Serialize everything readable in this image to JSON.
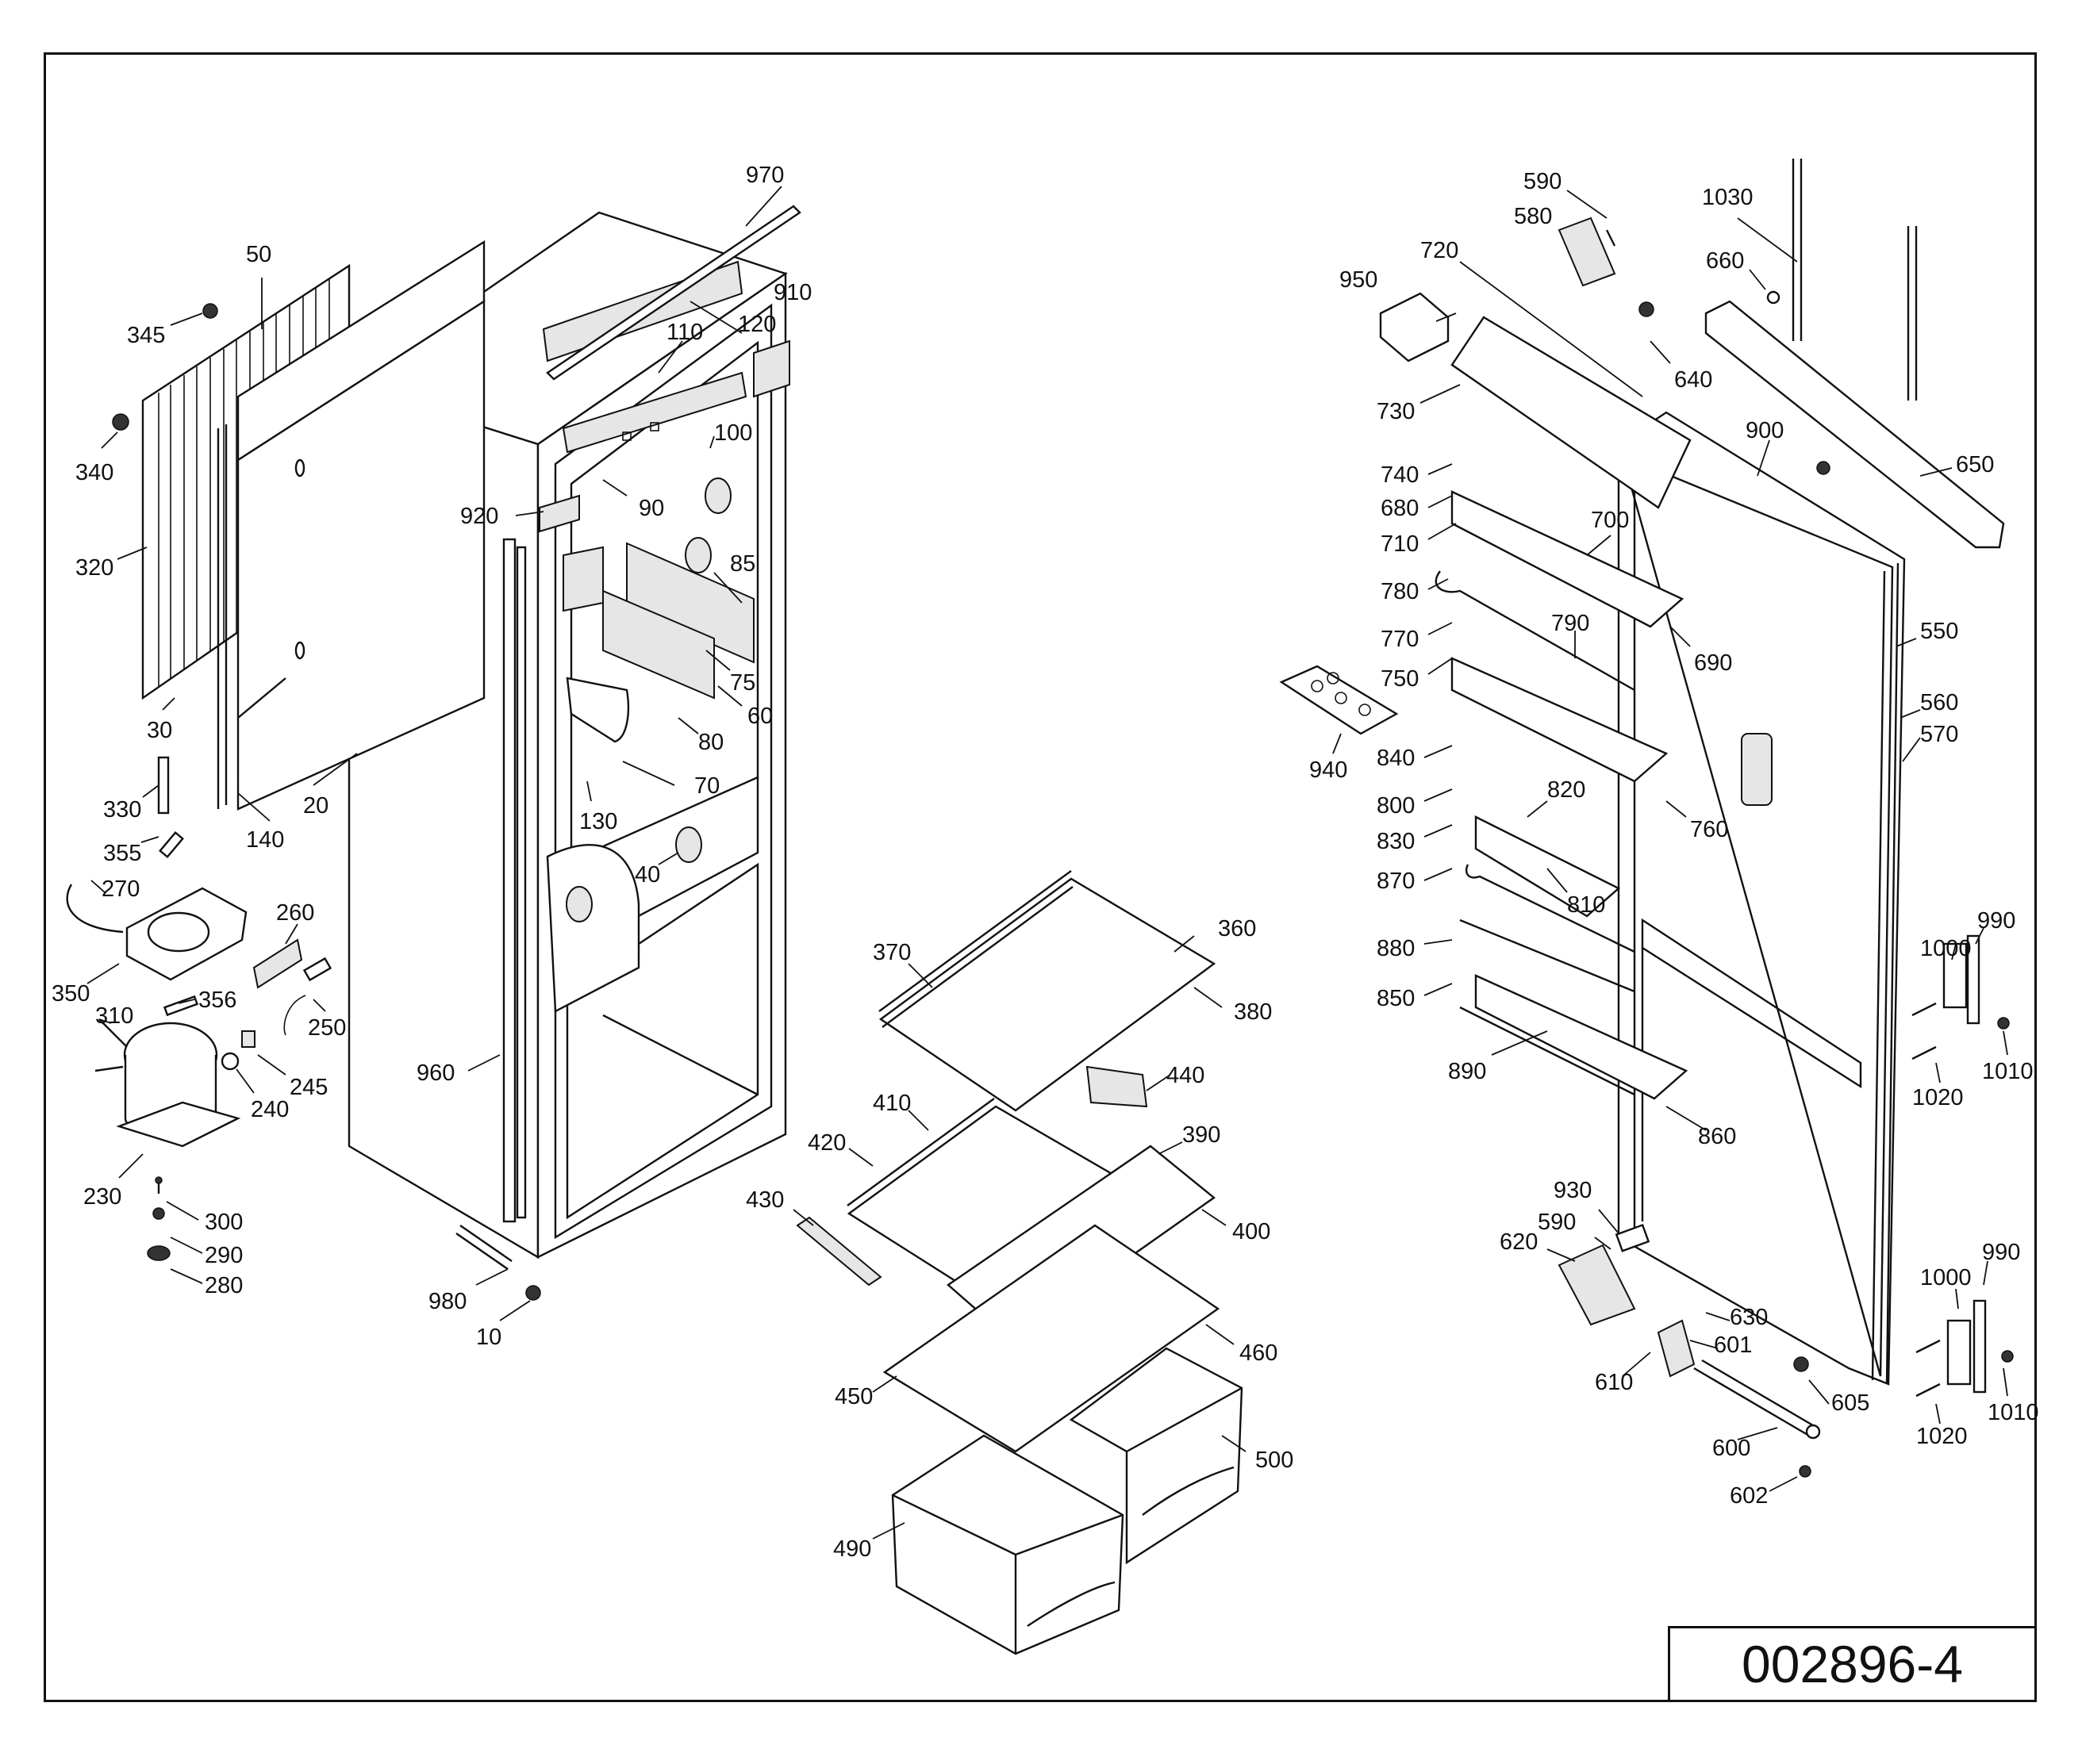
{
  "drawing_number": "002896-4",
  "callouts": [
    {
      "id": "970",
      "text": "970"
    },
    {
      "id": "910",
      "text": "910"
    },
    {
      "id": "120",
      "text": "120"
    },
    {
      "id": "110",
      "text": "110"
    },
    {
      "id": "100",
      "text": "100"
    },
    {
      "id": "90",
      "text": "90"
    },
    {
      "id": "920",
      "text": "920"
    },
    {
      "id": "85",
      "text": "85"
    },
    {
      "id": "75",
      "text": "75"
    },
    {
      "id": "60",
      "text": "60"
    },
    {
      "id": "80",
      "text": "80"
    },
    {
      "id": "70",
      "text": "70"
    },
    {
      "id": "130",
      "text": "130"
    },
    {
      "id": "40",
      "text": "40"
    },
    {
      "id": "960",
      "text": "960"
    },
    {
      "id": "980",
      "text": "980"
    },
    {
      "id": "10",
      "text": "10"
    },
    {
      "id": "50",
      "text": "50"
    },
    {
      "id": "345",
      "text": "345"
    },
    {
      "id": "340",
      "text": "340"
    },
    {
      "id": "320",
      "text": "320"
    },
    {
      "id": "30",
      "text": "30"
    },
    {
      "id": "140",
      "text": "140"
    },
    {
      "id": "20",
      "text": "20"
    },
    {
      "id": "330",
      "text": "330"
    },
    {
      "id": "355",
      "text": "355"
    },
    {
      "id": "270",
      "text": "270"
    },
    {
      "id": "260",
      "text": "260"
    },
    {
      "id": "350",
      "text": "350"
    },
    {
      "id": "356",
      "text": "356"
    },
    {
      "id": "250",
      "text": "250"
    },
    {
      "id": "310",
      "text": "310"
    },
    {
      "id": "245",
      "text": "245"
    },
    {
      "id": "240",
      "text": "240"
    },
    {
      "id": "230",
      "text": "230"
    },
    {
      "id": "300",
      "text": "300"
    },
    {
      "id": "290",
      "text": "290"
    },
    {
      "id": "280",
      "text": "280"
    },
    {
      "id": "370",
      "text": "370"
    },
    {
      "id": "360",
      "text": "360"
    },
    {
      "id": "380",
      "text": "380"
    },
    {
      "id": "440",
      "text": "440"
    },
    {
      "id": "410",
      "text": "410"
    },
    {
      "id": "420",
      "text": "420"
    },
    {
      "id": "390",
      "text": "390"
    },
    {
      "id": "430",
      "text": "430"
    },
    {
      "id": "400",
      "text": "400"
    },
    {
      "id": "460",
      "text": "460"
    },
    {
      "id": "450",
      "text": "450"
    },
    {
      "id": "500",
      "text": "500"
    },
    {
      "id": "490",
      "text": "490"
    },
    {
      "id": "590a",
      "text": "590"
    },
    {
      "id": "580",
      "text": "580"
    },
    {
      "id": "1030",
      "text": "1030"
    },
    {
      "id": "660",
      "text": "660"
    },
    {
      "id": "720",
      "text": "720"
    },
    {
      "id": "950",
      "text": "950"
    },
    {
      "id": "640",
      "text": "640"
    },
    {
      "id": "730",
      "text": "730"
    },
    {
      "id": "900",
      "text": "900"
    },
    {
      "id": "650",
      "text": "650"
    },
    {
      "id": "740",
      "text": "740"
    },
    {
      "id": "680",
      "text": "680"
    },
    {
      "id": "700",
      "text": "700"
    },
    {
      "id": "710",
      "text": "710"
    },
    {
      "id": "780",
      "text": "780"
    },
    {
      "id": "790",
      "text": "790"
    },
    {
      "id": "690",
      "text": "690"
    },
    {
      "id": "550",
      "text": "550"
    },
    {
      "id": "770",
      "text": "770"
    },
    {
      "id": "750",
      "text": "750"
    },
    {
      "id": "560",
      "text": "560"
    },
    {
      "id": "570",
      "text": "570"
    },
    {
      "id": "940",
      "text": "940"
    },
    {
      "id": "840",
      "text": "840"
    },
    {
      "id": "820",
      "text": "820"
    },
    {
      "id": "800",
      "text": "800"
    },
    {
      "id": "760",
      "text": "760"
    },
    {
      "id": "830",
      "text": "830"
    },
    {
      "id": "870",
      "text": "870"
    },
    {
      "id": "810",
      "text": "810"
    },
    {
      "id": "990a",
      "text": "990"
    },
    {
      "id": "880",
      "text": "880"
    },
    {
      "id": "1000a",
      "text": "1000"
    },
    {
      "id": "850",
      "text": "850"
    },
    {
      "id": "1010a",
      "text": "1010"
    },
    {
      "id": "890",
      "text": "890"
    },
    {
      "id": "1020a",
      "text": "1020"
    },
    {
      "id": "860",
      "text": "860"
    },
    {
      "id": "930",
      "text": "930"
    },
    {
      "id": "590b",
      "text": "590"
    },
    {
      "id": "620",
      "text": "620"
    },
    {
      "id": "990b",
      "text": "990"
    },
    {
      "id": "1000b",
      "text": "1000"
    },
    {
      "id": "630",
      "text": "630"
    },
    {
      "id": "601",
      "text": "601"
    },
    {
      "id": "610",
      "text": "610"
    },
    {
      "id": "605",
      "text": "605"
    },
    {
      "id": "1010b",
      "text": "1010"
    },
    {
      "id": "1020b",
      "text": "1020"
    },
    {
      "id": "600",
      "text": "600"
    },
    {
      "id": "602",
      "text": "602"
    }
  ]
}
